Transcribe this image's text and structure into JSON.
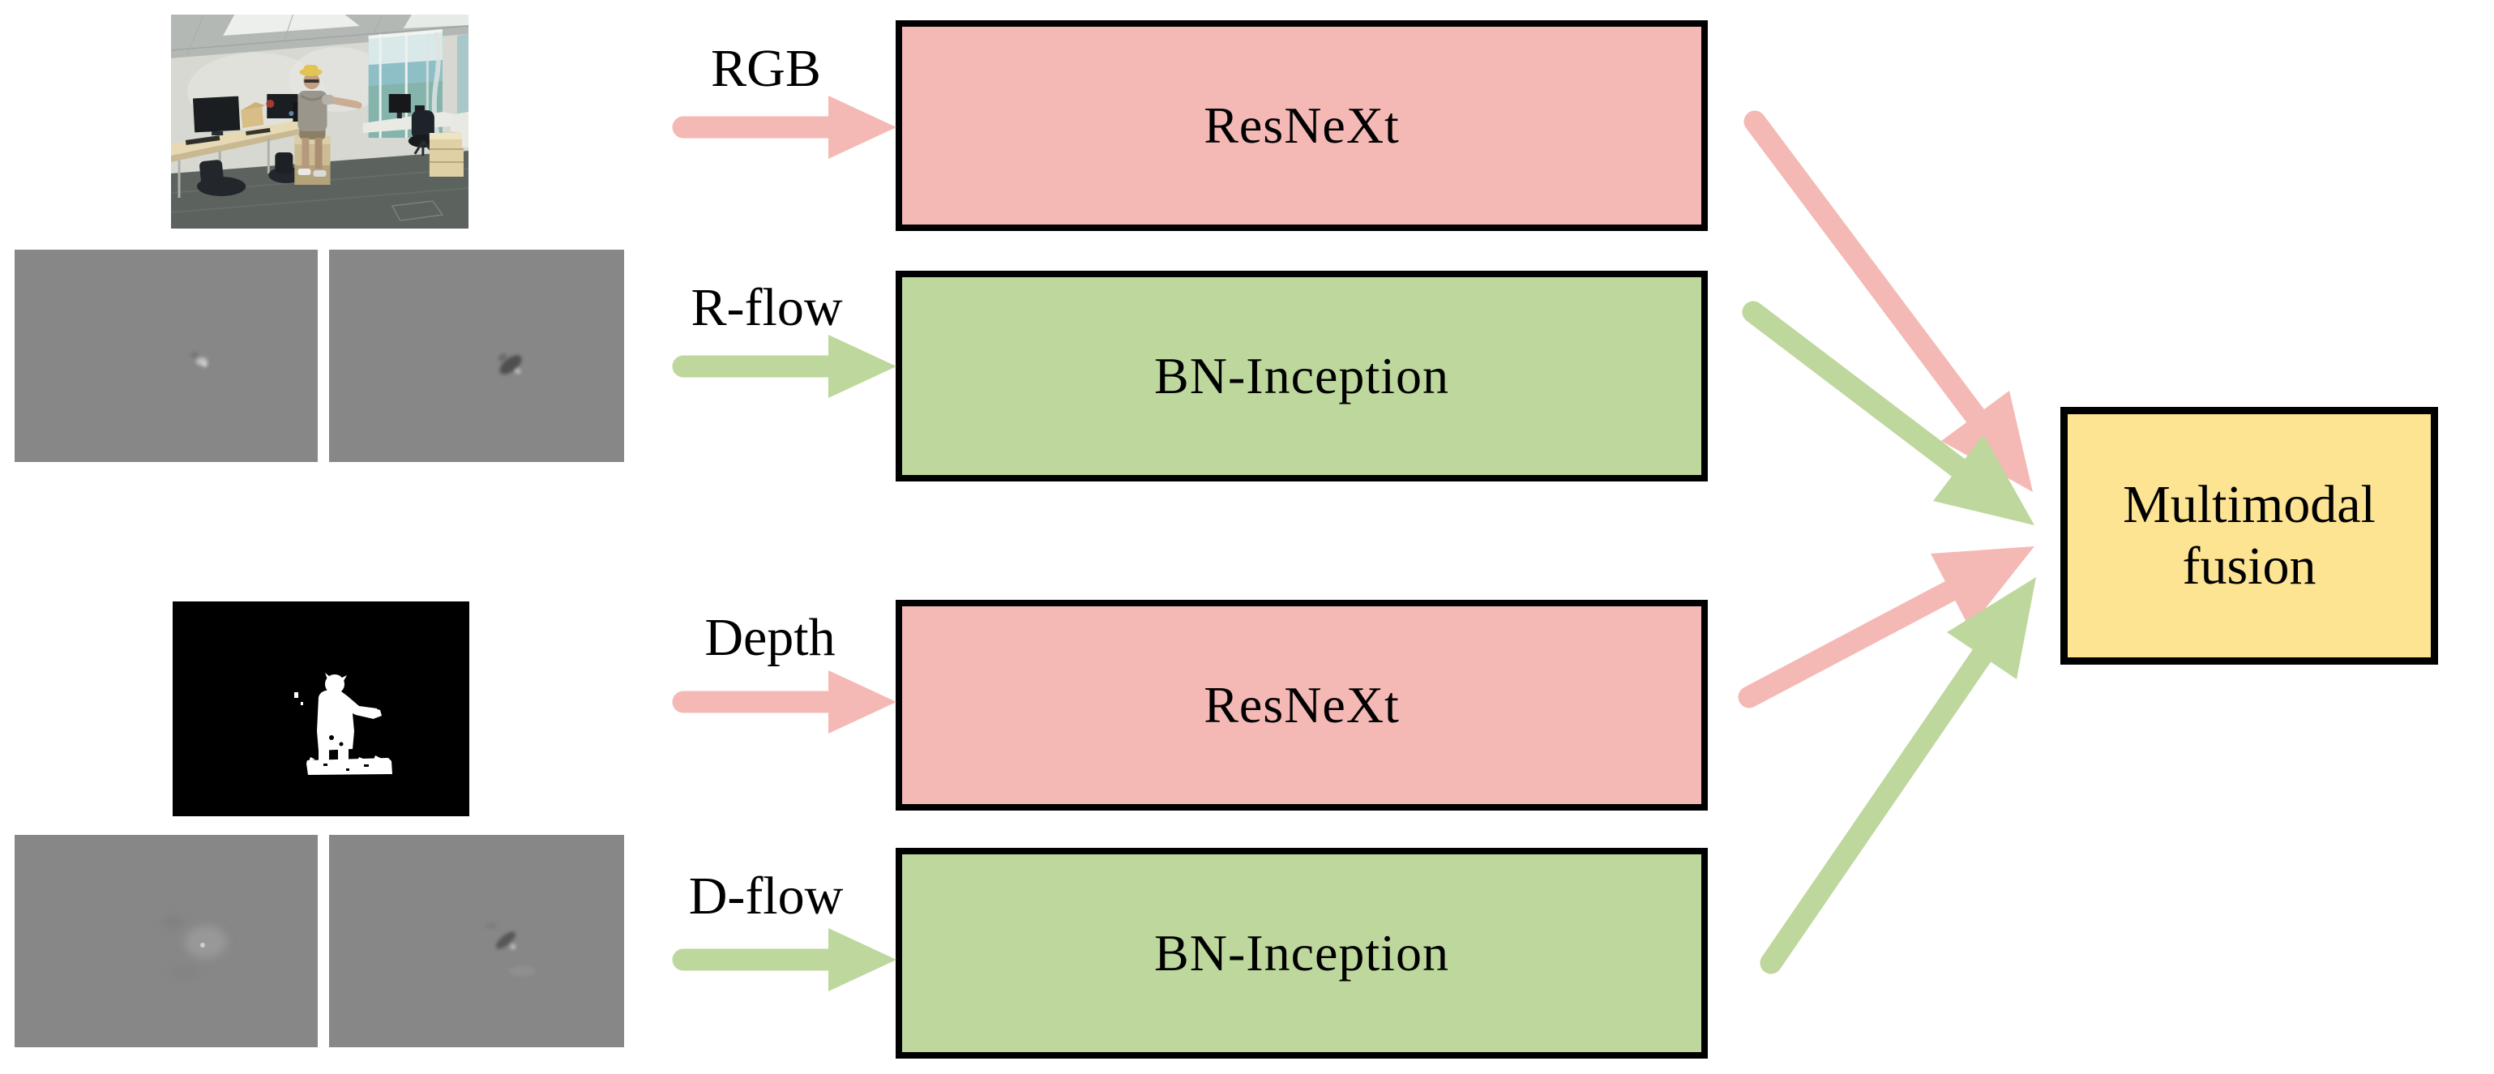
{
  "diagram": {
    "input_labels": {
      "rgb": "RGB",
      "r_flow": "R-flow",
      "depth": "Depth",
      "d_flow": "D-flow"
    },
    "network_boxes": {
      "rgb_stream": "ResNeXt",
      "r_flow_stream": "BN-Inception",
      "depth_stream": "ResNeXt",
      "d_flow_stream": "BN-Inception"
    },
    "fusion_box": {
      "line1": "Multimodal",
      "line2": "fusion"
    },
    "images": {
      "rgb_frame": "rgb-office-scene-frame",
      "r_flow_frame_1": "rgb-optical-flow-frame-1",
      "r_flow_frame_2": "rgb-optical-flow-frame-2",
      "depth_frame": "depth-silhouette-frame",
      "d_flow_frame_1": "depth-optical-flow-frame-1",
      "d_flow_frame_2": "depth-optical-flow-frame-2"
    },
    "colors": {
      "rgb_stream": "#f4b9b5",
      "flow_stream": "#bdd79c",
      "fusion": "#fce493",
      "box_border": "#000000",
      "flow_image_gray": "#878787"
    }
  }
}
